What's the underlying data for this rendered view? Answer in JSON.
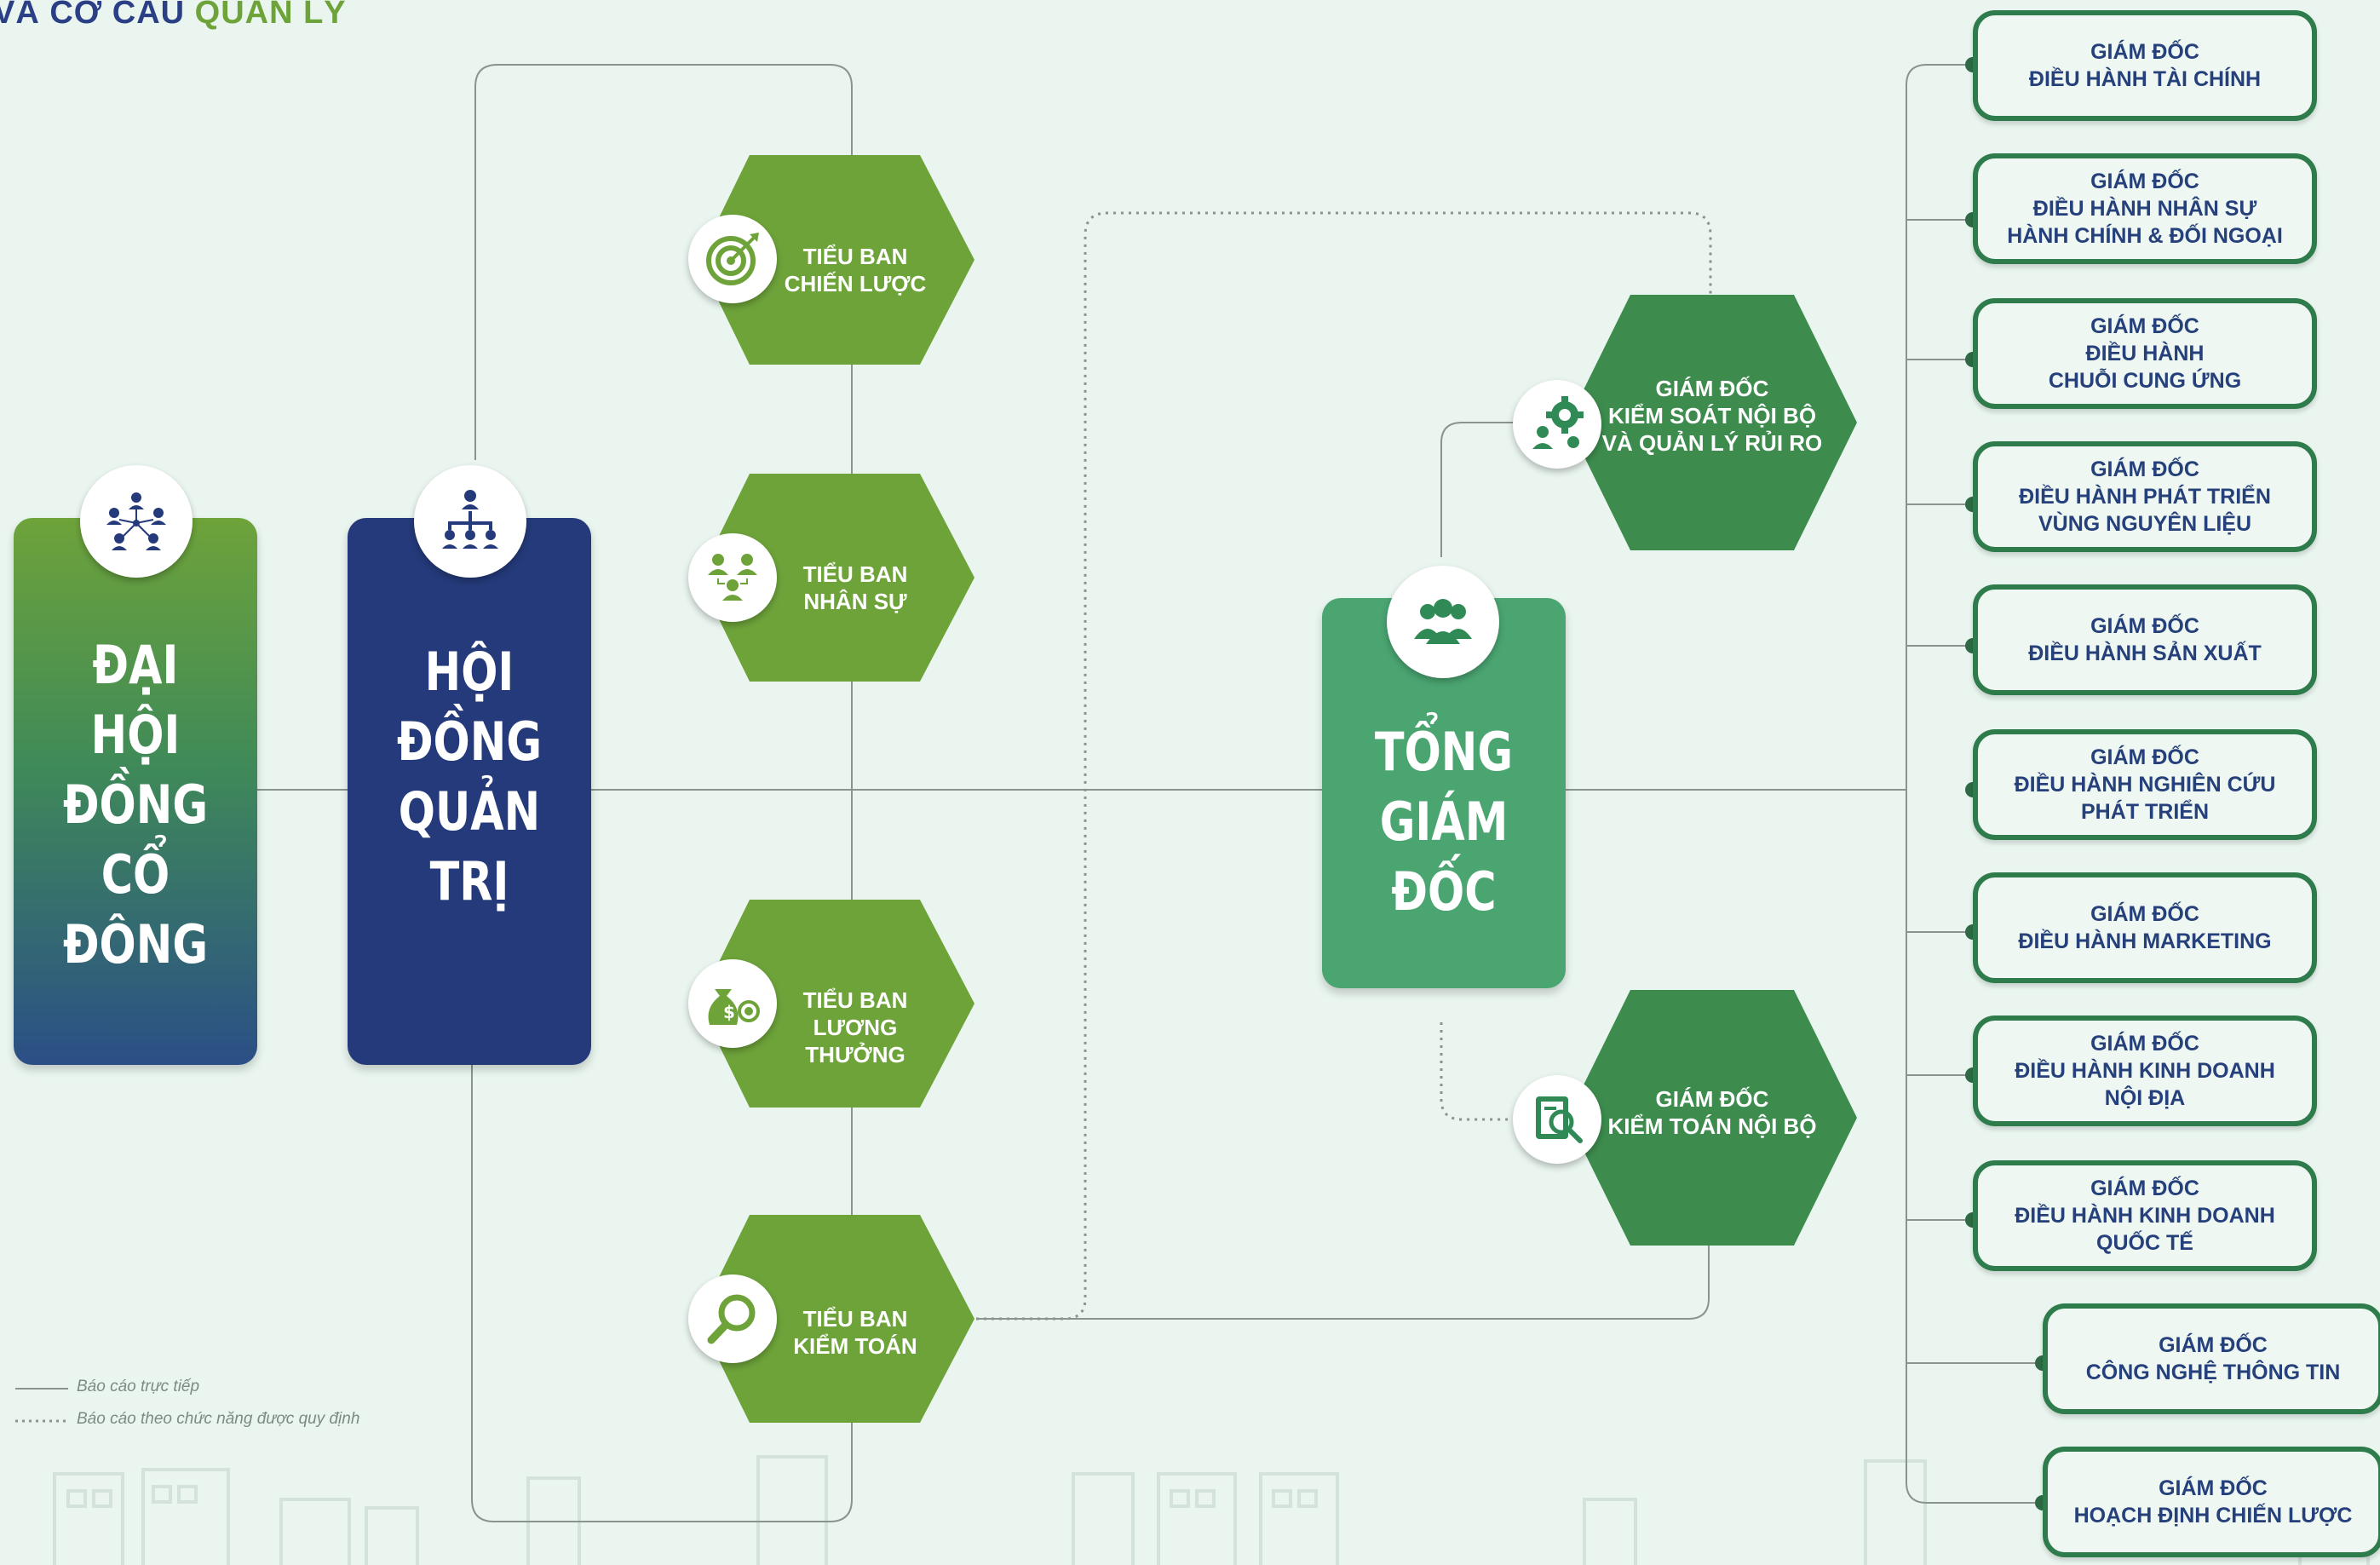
{
  "title": {
    "main": "VÀ CƠ CẤU",
    "accent": "QUẢN LÝ"
  },
  "nodes": {
    "shareholders": "ĐẠI\nHỘI\nĐỒNG\nCỔ\nĐÔNG",
    "board": "HỘI\nĐỒNG\nQUẢN\nTRỊ",
    "ceo": "TỔNG\nGIÁM\nĐỐC"
  },
  "committees": [
    {
      "label": "TIỂU BAN\nCHIẾN LƯỢC",
      "icon": "target-icon"
    },
    {
      "label": "TIỂU BAN\nNHÂN SỰ",
      "icon": "people-icon"
    },
    {
      "label": "TIỂU BAN\nLƯƠNG\nTHƯỞNG",
      "icon": "money-bag-icon"
    },
    {
      "label": "TIỂU BAN\nKIỂM TOÁN",
      "icon": "magnifier-icon"
    }
  ],
  "mid_directors": [
    {
      "label": "GIÁM ĐỐC\nKIỂM SOÁT NỘI BỘ\nVÀ QUẢN LÝ RỦI RO",
      "icon": "gear-people-icon"
    },
    {
      "label": "GIÁM ĐỐC\nKIỂM TOÁN NỘI BỘ",
      "icon": "audit-icon"
    }
  ],
  "directors": [
    "GIÁM ĐỐC\nĐIỀU HÀNH TÀI CHÍNH",
    "GIÁM ĐỐC\nĐIỀU HÀNH NHÂN SỰ\nHÀNH CHÍNH & ĐỐI NGOẠI",
    "GIÁM ĐỐC\nĐIỀU HÀNH\nCHUỖI CUNG ỨNG",
    "GIÁM ĐỐC\nĐIỀU HÀNH PHÁT TRIỂN\nVÙNG NGUYÊN LIỆU",
    "GIÁM ĐỐC\nĐIỀU HÀNH SẢN XUẤT",
    "GIÁM ĐỐC\nĐIỀU HÀNH NGHIÊN CỨU\nPHÁT TRIỂN",
    "GIÁM ĐỐC\nĐIỀU HÀNH MARKETING",
    "GIÁM ĐỐC\nĐIỀU HÀNH KINH DOANH\nNỘI ĐỊA",
    "GIÁM ĐỐC\nĐIỀU HÀNH KINH DOANH\nQUỐC TẾ",
    "GIÁM ĐỐC\nCÔNG NGHỆ THÔNG TIN",
    "GIÁM ĐỐC\nHOẠCH ĐỊNH CHIẾN LƯỢC"
  ],
  "legend": {
    "direct": "Báo cáo trực tiếp",
    "functional": "Báo cáo theo chức năng được quy định"
  },
  "colors": {
    "navy": "#243a7a",
    "green_light": "#6ea33a",
    "green_mid": "#4aa571",
    "green_dark": "#3a8a4e",
    "box_border": "#2e7c4b",
    "line": "#8a948f"
  }
}
